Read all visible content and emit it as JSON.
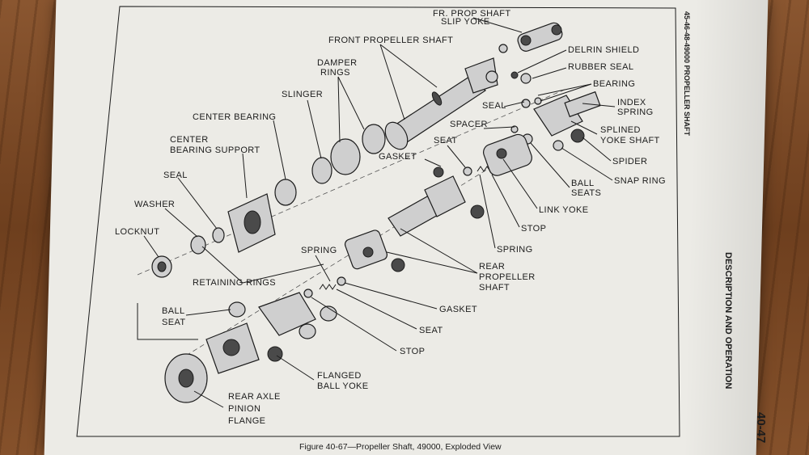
{
  "page": {
    "header_code": "45-46-48-49000 PROPELLER SHAFT",
    "section_title": "DESCRIPTION AND OPERATION",
    "page_number": "40-47",
    "caption": "Figure 40-67—Propeller Shaft, 49000, Exploded View"
  },
  "labels": {
    "fr_prop_shaft_slip_yoke": [
      "FR. PROP SHAFT",
      "SLIP YOKE"
    ],
    "front_propeller_shaft": "FRONT PROPELLER SHAFT",
    "delrin_shield": "DELRIN SHIELD",
    "rubber_seal": "RUBBER SEAL",
    "bearing": "BEARING",
    "damper_rings": [
      "DAMPER",
      "RINGS"
    ],
    "slinger": "SLINGER",
    "index_spring": [
      "INDEX",
      "SPRING"
    ],
    "seal_top": "SEAL",
    "center_bearing": "CENTER BEARING",
    "splined_yoke_shaft": [
      "SPLINED",
      "YOKE SHAFT"
    ],
    "spacer": "SPACER",
    "center_bearing_support": [
      "CENTER",
      "BEARING SUPPORT"
    ],
    "seat_top": "SEAT",
    "spider": "SPIDER",
    "gasket_top": "GASKET",
    "snap_ring": "SNAP RING",
    "seal_left": "SEAL",
    "ball_seats": [
      "BALL",
      "SEATS"
    ],
    "washer": "WASHER",
    "link_yoke": "LINK YOKE",
    "stop_top": "STOP",
    "locknut": "LOCKNUT",
    "spring_right": "SPRING",
    "spring_mid": "SPRING",
    "rear_propeller_shaft": [
      "REAR",
      "PROPELLER",
      "SHAFT"
    ],
    "retaining_rings": "RETAINING RINGS",
    "gasket_bottom": "GASKET",
    "ball_seat": [
      "BALL",
      "SEAT"
    ],
    "seat_bottom": "SEAT",
    "stop_bottom": "STOP",
    "flanged_ball_yoke": [
      "FLANGED",
      "BALL YOKE"
    ],
    "rear_axle_pinion_flange": [
      "REAR AXLE",
      "PINION",
      "FLANGE"
    ]
  }
}
